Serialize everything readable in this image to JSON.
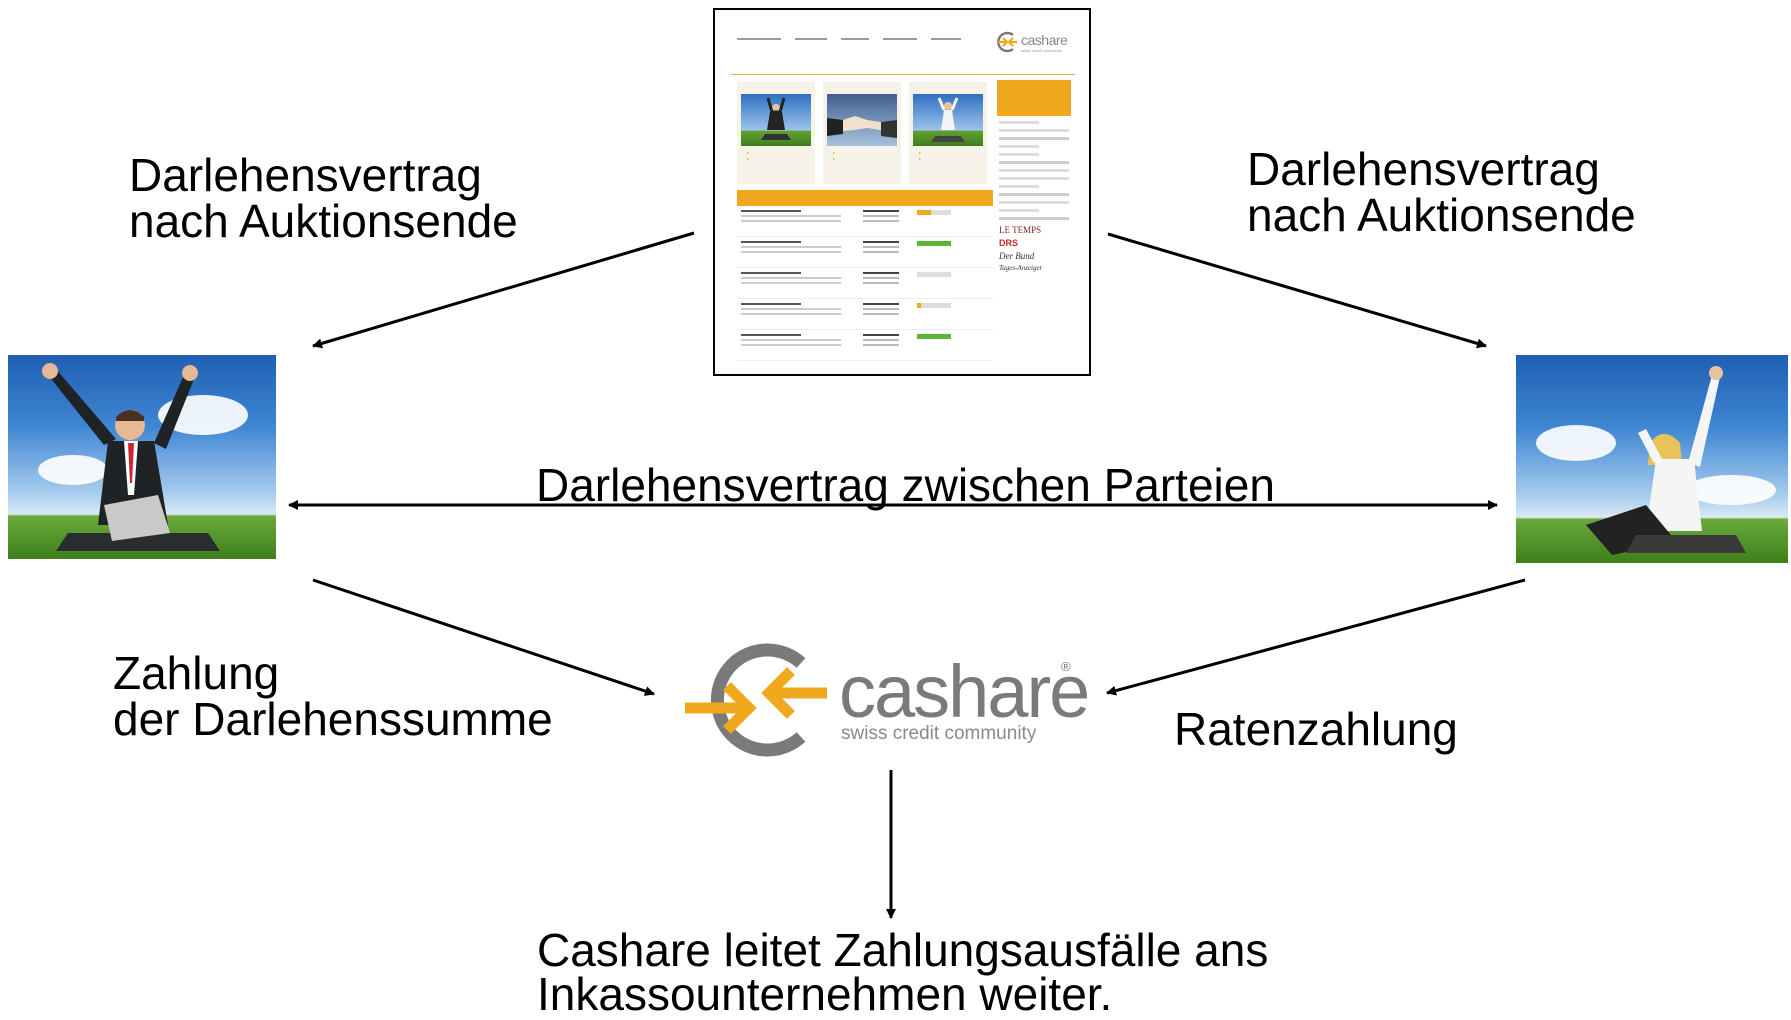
{
  "labels": {
    "top_left": [
      "Darlehensvertrag",
      "nach Auktionsende"
    ],
    "top_right": [
      "Darlehensvertrag",
      "nach Auktionsende"
    ],
    "center": "Darlehensvertrag zwischen Parteien",
    "bottom_left": [
      "Zahlung",
      "der Darlehenssumme"
    ],
    "bottom_right": "Ratenzahlung",
    "footer": [
      "Cashare leitet Zahlungsausfälle ans",
      "Inkassounternehmen weiter."
    ]
  },
  "logo": {
    "word": "cashare",
    "registered": "®",
    "tagline": "swiss credit community"
  },
  "website": {
    "press": [
      "LE TEMPS",
      "DRS",
      "Der Bund",
      "Tages-Anzeiger"
    ]
  },
  "colors": {
    "brand_orange": "#f0a91e",
    "brand_gray": "#7a7a7a",
    "arrow": "#000000"
  }
}
